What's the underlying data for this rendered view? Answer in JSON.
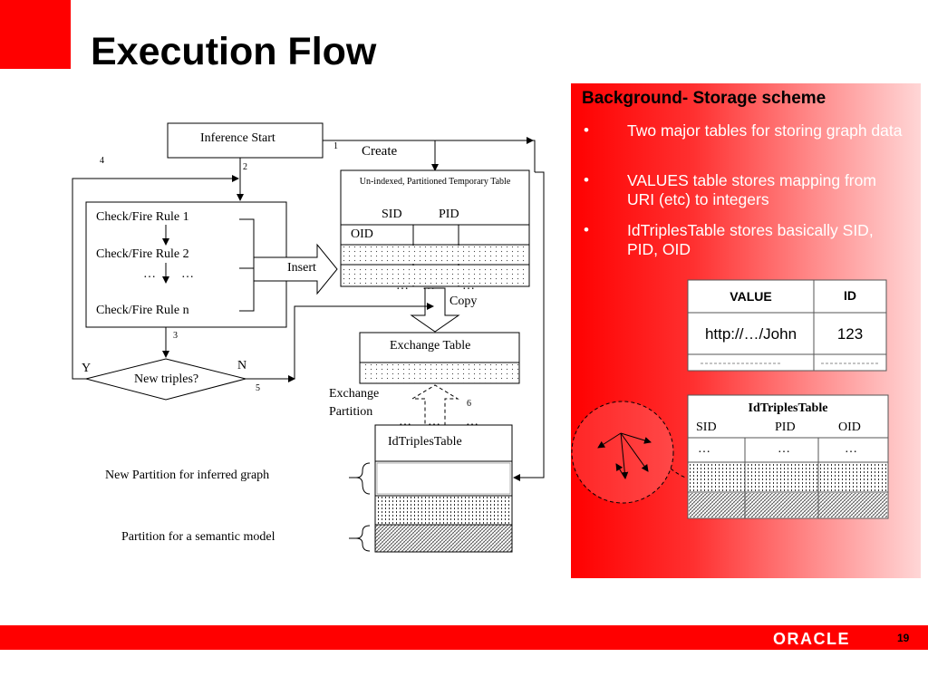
{
  "slide": {
    "title": "Execution Flow",
    "page_number": "19",
    "logo_text": "ORACLE"
  },
  "flow": {
    "inference_start": "Inference Start",
    "create": "Create",
    "temp_table_title": "Un-indexed, Partitioned Temporary Table",
    "sid": "SID",
    "pid": "PID",
    "oid": "OID",
    "ellipsis": "…",
    "rule_1": "Check/Fire Rule 1",
    "rule_2": "Check/Fire Rule 2",
    "rule_dots": "…        …",
    "rule_n": "Check/Fire Rule n",
    "insert": "Insert",
    "copy": "Copy",
    "exchange_table": "Exchange Table",
    "new_triples": "New triples?",
    "yes": "Y",
    "no": "N",
    "exchange_partition": "Exchange Partition",
    "id_triples_table": "IdTriplesTable",
    "new_partition": "New Partition for inferred graph",
    "semantic_partition": "Partition for a semantic model",
    "step_1": "1",
    "step_2": "2",
    "step_3": "3",
    "step_4": "4",
    "step_5": "5",
    "step_6": "6"
  },
  "background": {
    "heading": "Background- Storage scheme",
    "bullet_marker": "•",
    "bullets": [
      "Two major tables for storing graph data",
      "VALUES table stores mapping from  URI (etc) to integers",
      "IdTriplesTable stores basically SID, PID, OID"
    ],
    "values_table": {
      "headers": [
        "VALUE",
        "ID"
      ],
      "row": [
        "http://…/John",
        "123"
      ]
    },
    "id_triples_table": {
      "title": "IdTriplesTable",
      "headers": [
        "SID",
        "PID",
        "OID"
      ],
      "row": [
        "…",
        "…",
        "…"
      ]
    }
  },
  "colors": {
    "accent": "#ff0000"
  }
}
